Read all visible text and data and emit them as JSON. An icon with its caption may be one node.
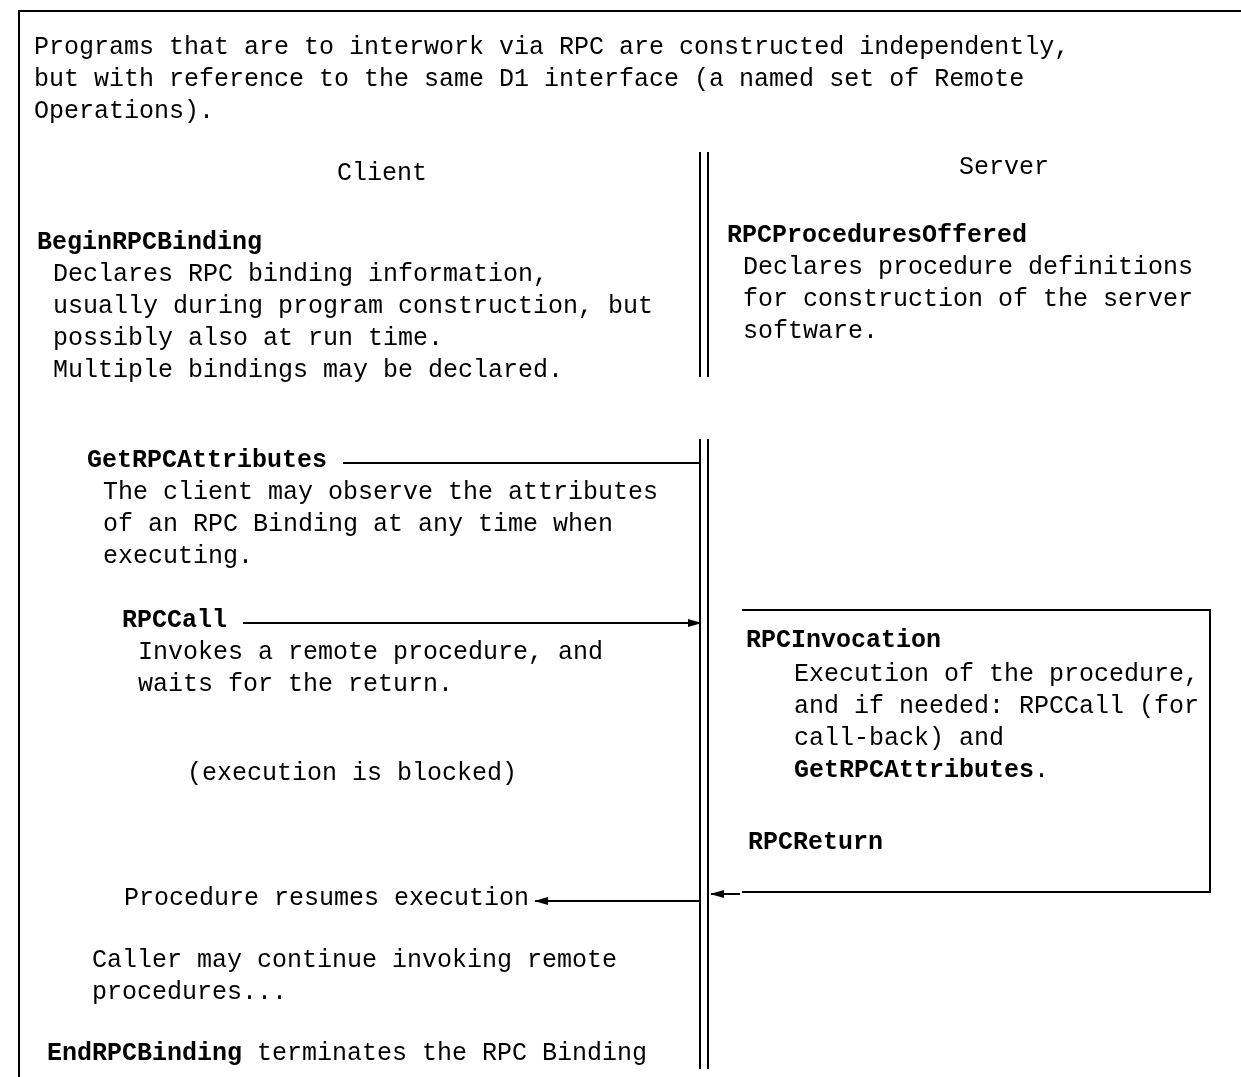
{
  "diagram": {
    "nodes": [
      {
        "text": [
          "Programs that are to interwork via RPC are constructed independently, but with reference to the same D1 interface (a named set of Remote Operations)."
        ]
      },
      {
        "text": [
          "BeginRPCBinding",
          "Declares RPC binding information, usually during program construction, but possibly also at run time.",
          "Multiple bindings may be declared."
        ],
        "in": 0
      },
      {
        "text": [
          "RPCProceduresOffered",
          "Declares procedure definitions for construction of the server software."
        ],
        "in": 0
      },
      {
        "text": [
          "GetRPCAttributes",
          "The client may observe the attributes of an RPC Binding at any time when executing."
        ],
        "in": 0
      },
      {
        "text": [],
        "shape": "bar",
        "in": 0
      },
      {
        "text": [
          "RPCCall",
          "Invokes a remote procedure, and waits for the return."
        ],
        "in": 0
      },
      {
        "text": [
          "RPCInvocation",
          "Execution of the procedure, and if needed: RPCCall (for call-back) and **GetRPCAttributes**.",
          "RPCReturn"
        ],
        "in": 0
      },
      {
        "text": [
          "Procedure resumes execution"
        ],
        "in": 0
      }
    ],
    "edges": [
      {
        "from": 3,
        "to": 4,
        "arrow": "none"
      },
      {
        "from": 5,
        "to": 4,
        "arrow": "to"
      },
      {
        "from": 6,
        "to": 4,
        "arrow": "to"
      },
      {
        "from": 4,
        "to": 7,
        "arrow": "to"
      }
    ],
    "labels": [
      "Client",
      "Server",
      "(execution is blocked)",
      "Caller may continue invoking remote procedures...",
      "**EndRPCBinding** terminates the RPC Binding"
    ]
  }
}
